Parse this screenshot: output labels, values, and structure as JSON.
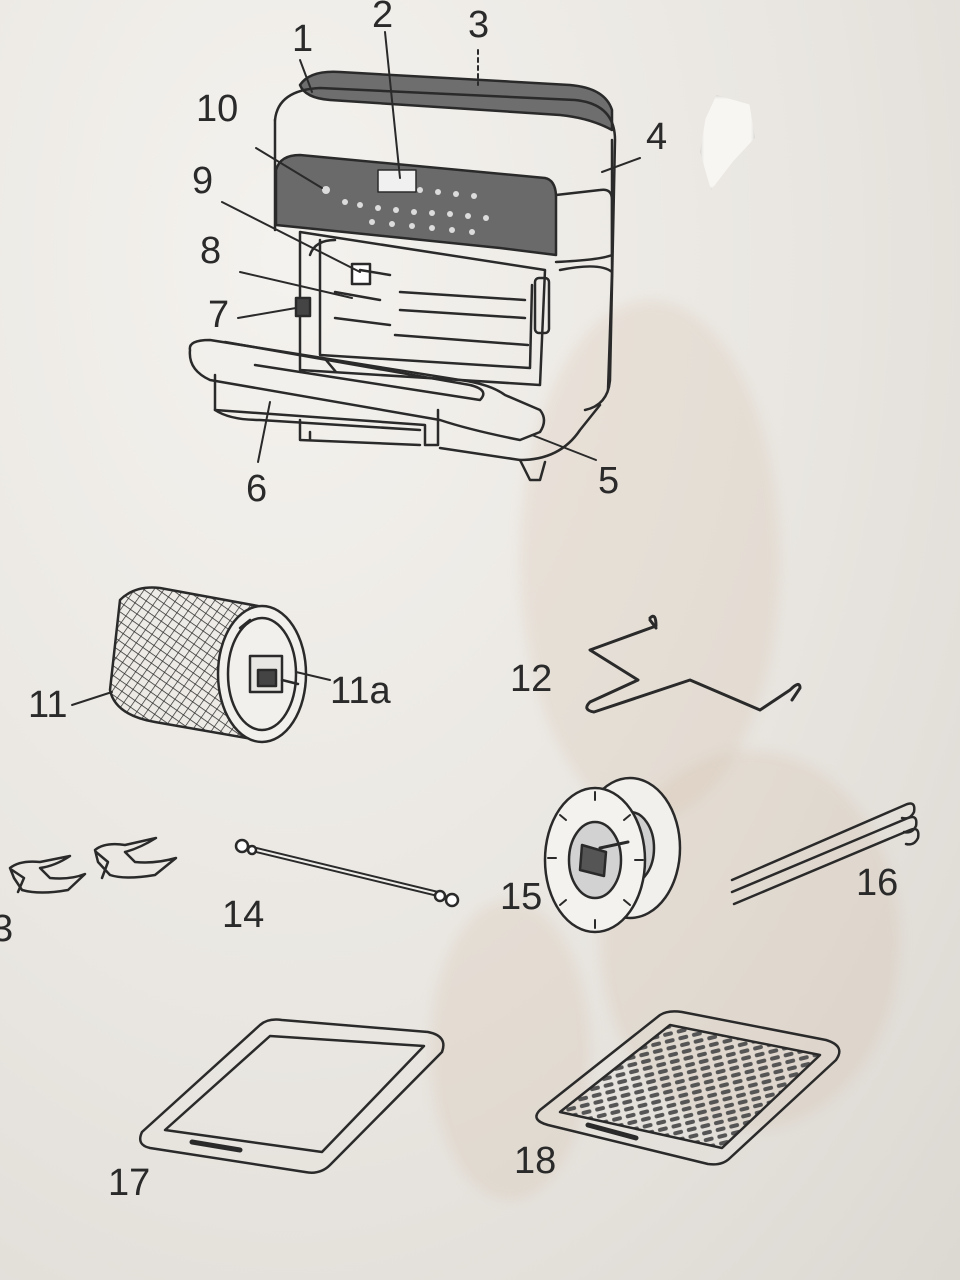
{
  "labels": {
    "l1": "1",
    "l2": "2",
    "l3": "3",
    "l4": "4",
    "l5": "5",
    "l6": "6",
    "l7": "7",
    "l8": "8",
    "l9": "9",
    "l10": "10",
    "l11": "11",
    "l11a": "11a",
    "l12": "12",
    "l13": "3",
    "l14": "14",
    "l15": "15",
    "l16": "16",
    "l17": "17",
    "l18": "18"
  },
  "colors": {
    "paper": "#ece9e4",
    "ink": "#2a2a2a",
    "stain": "#cdb496"
  }
}
